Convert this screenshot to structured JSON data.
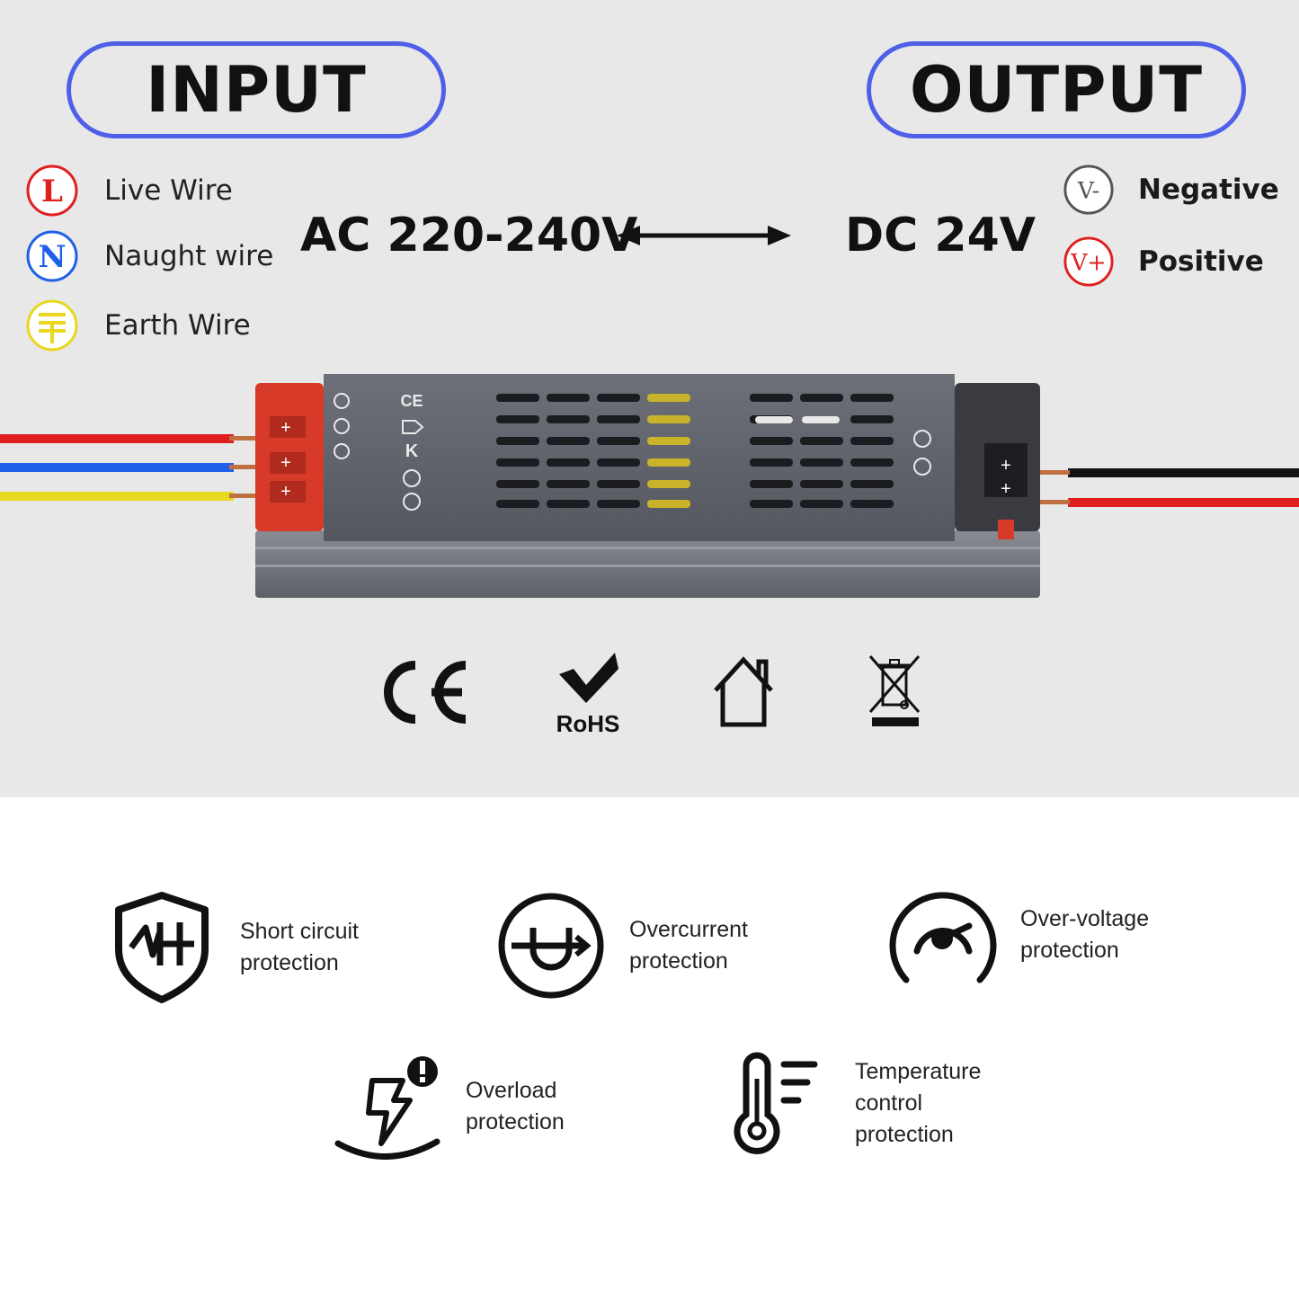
{
  "header": {
    "input_title": "INPUT",
    "output_title": "OUTPUT"
  },
  "input_legend": [
    {
      "symbol": "L",
      "label": "Live Wire",
      "color": "#e02020",
      "icon": "live-wire-icon"
    },
    {
      "symbol": "N",
      "label": "Naught wire",
      "color": "#2060e8",
      "icon": "naught-wire-icon"
    },
    {
      "symbol": "",
      "label": "Earth Wire",
      "color": "#e8d820",
      "icon": "earth-wire-icon"
    }
  ],
  "output_legend": [
    {
      "symbol": "V-",
      "label": "Negative",
      "color": "#555555",
      "icon": "negative-icon"
    },
    {
      "symbol": "V+",
      "label": "Positive",
      "color": "#e02020",
      "icon": "positive-icon"
    }
  ],
  "voltage": {
    "input": "AC 220-240V",
    "output": "DC 24V"
  },
  "certifications": {
    "rohs_label": "RoHS",
    "icons": [
      "ce-mark-icon",
      "rohs-check-icon",
      "indoor-use-house-icon",
      "weee-bin-icon"
    ]
  },
  "features": [
    {
      "line1": "Short circuit",
      "line2": "protection",
      "icon": "shield-short-circuit-icon"
    },
    {
      "line1": "Overcurrent",
      "line2": "protection",
      "icon": "overcurrent-icon"
    },
    {
      "line1": "Over-voltage",
      "line2": "protection",
      "icon": "gauge-icon"
    },
    {
      "line1": "Overload",
      "line2": "protection",
      "icon": "overload-bolt-icon"
    },
    {
      "line1": "Temperature",
      "line2": "control",
      "line3": "protection",
      "icon": "thermometer-icon"
    }
  ],
  "colors": {
    "pill_border": "#4f5fe8",
    "top_background": "#e8e8e8",
    "wire_red": "#e02020",
    "wire_blue": "#2060e8",
    "wire_yellow": "#e8d820",
    "wire_black": "#111111"
  }
}
